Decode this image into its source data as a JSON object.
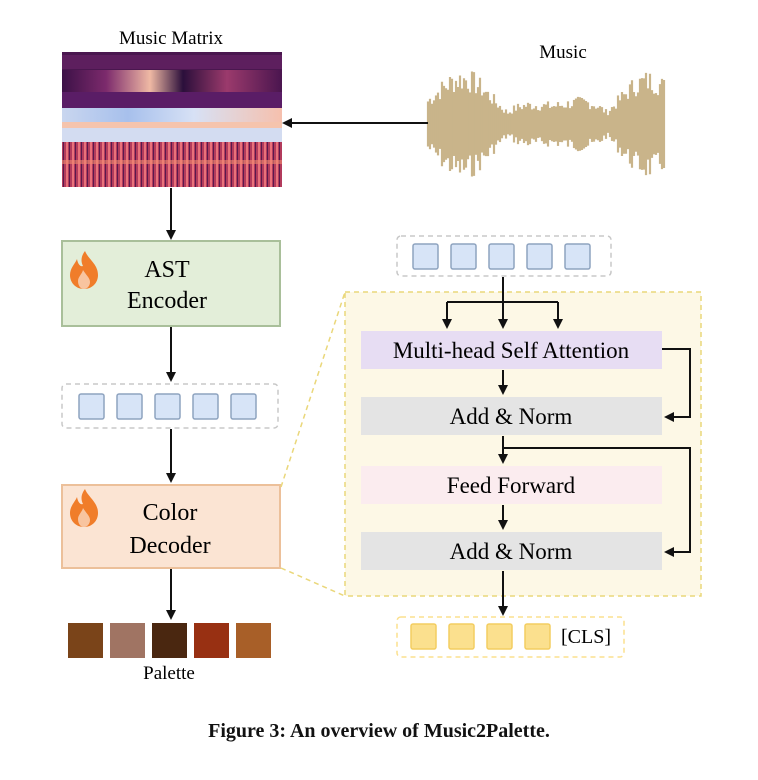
{
  "labels": {
    "music_matrix": "Music Matrix",
    "music": "Music",
    "ast_encoder_line1": "AST",
    "ast_encoder_line2": "Encoder",
    "color_decoder_line1": "Color",
    "color_decoder_line2": "Decoder",
    "palette": "Palette",
    "mhsa": "Multi-head Self Attention",
    "add_norm_1": "Add & Norm",
    "feed_forward": "Feed Forward",
    "add_norm_2": "Add & Norm",
    "cls": "[CLS]"
  },
  "icons": {
    "encoder_icon": "flame-icon",
    "decoder_icon": "flame-icon"
  },
  "colors": {
    "waveform": "#c9b48a",
    "encoder_fill": "#e3eed9",
    "encoder_border": "#a9bf9a",
    "decoder_fill": "#fbe4d3",
    "decoder_border": "#ecc09a",
    "token_fill": "#d7e4f7",
    "token_border": "#8ea3bf",
    "cls_token_fill": "#fbe08e",
    "mhsa_fill": "#e7ddf3",
    "add_norm_fill": "#e4e4e4",
    "ff_fill": "#fbecef",
    "decoder_panel_fill": "#fdf8e6",
    "decoder_panel_border": "#ead77a",
    "flame": "#f07d2a"
  },
  "palette_colors": [
    "#7a4419",
    "#a07463",
    "#4a2710",
    "#983012",
    "#a85f28"
  ],
  "caption": "Figure 3: An overview of Music2Palette."
}
